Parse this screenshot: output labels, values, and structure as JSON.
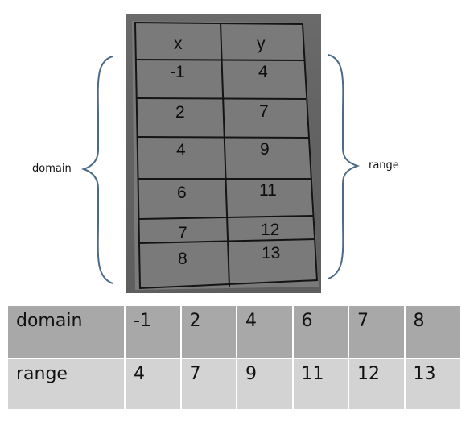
{
  "photo_table": {
    "headers": [
      "x",
      "y"
    ],
    "rows": [
      {
        "x": "-1",
        "y": "4"
      },
      {
        "x": "2",
        "y": "7"
      },
      {
        "x": "4",
        "y": "9"
      },
      {
        "x": "6",
        "y": "11"
      },
      {
        "x": "7",
        "y": "12"
      },
      {
        "x": "8",
        "y": "13"
      }
    ]
  },
  "labels": {
    "domain": "domain",
    "range": "range"
  },
  "summary_table": {
    "domain_label": "domain",
    "range_label": "range",
    "domain_values": [
      "-1",
      "2",
      "4",
      "6",
      "7",
      "8"
    ],
    "range_values": [
      "4",
      "7",
      "9",
      "11",
      "12",
      "13"
    ]
  },
  "colors": {
    "brace": "#4b6a88",
    "domain_row": "#a8a8a8",
    "range_row": "#d3d3d3"
  }
}
